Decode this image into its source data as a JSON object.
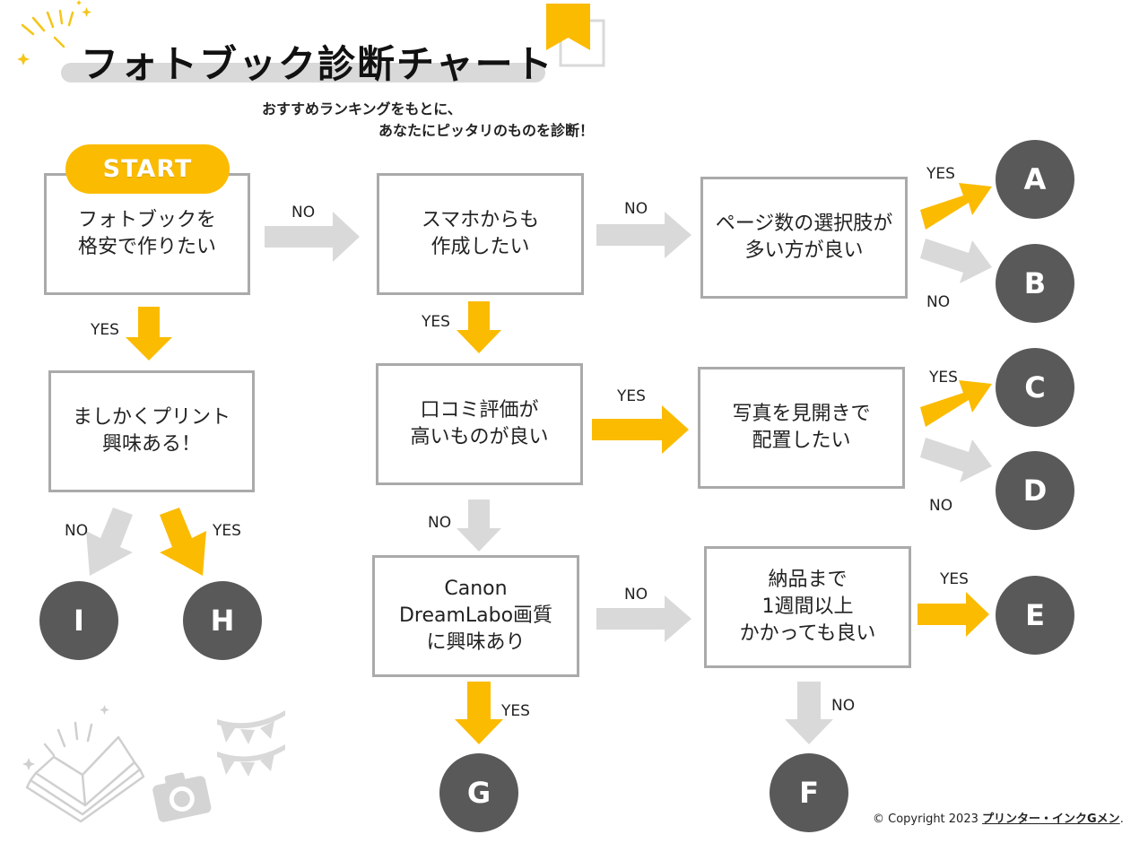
{
  "header": {
    "title": "フォトブック診断チャート",
    "subtitle_line1": "おすすめランキングをもとに、",
    "subtitle_line2": "あなたにピッタリのものを診断！"
  },
  "start_label": "START",
  "questions": {
    "q1": "フォトブックを\n格安で作りたい",
    "q2": "スマホからも\n作成したい",
    "q3": "ページ数の選択肢が\n多い方が良い",
    "q4": "ましかくプリント\n興味ある！",
    "q5": "口コミ評価が\n高いものが良い",
    "q6": "写真を見開きで\n配置したい",
    "q7": "Canon\nDreamLabo画質\nに興味あり",
    "q8": "納品まで\n1週間以上\nかかっても良い"
  },
  "results": {
    "a": "A",
    "b": "B",
    "c": "C",
    "d": "D",
    "e": "E",
    "f": "F",
    "g": "G",
    "h": "H",
    "i": "I"
  },
  "answers": {
    "yes": "YES",
    "no": "NO"
  },
  "colors": {
    "yes_arrow": "#fbbb00",
    "no_arrow": "#d9d9d9",
    "result_circle": "#595959",
    "start_badge": "#fbbb00",
    "box_border": "#aaaaaa"
  },
  "footer": {
    "copyright": "© Copyright 2023 ",
    "brand": "プリンター・インクGメン",
    "period": "."
  }
}
